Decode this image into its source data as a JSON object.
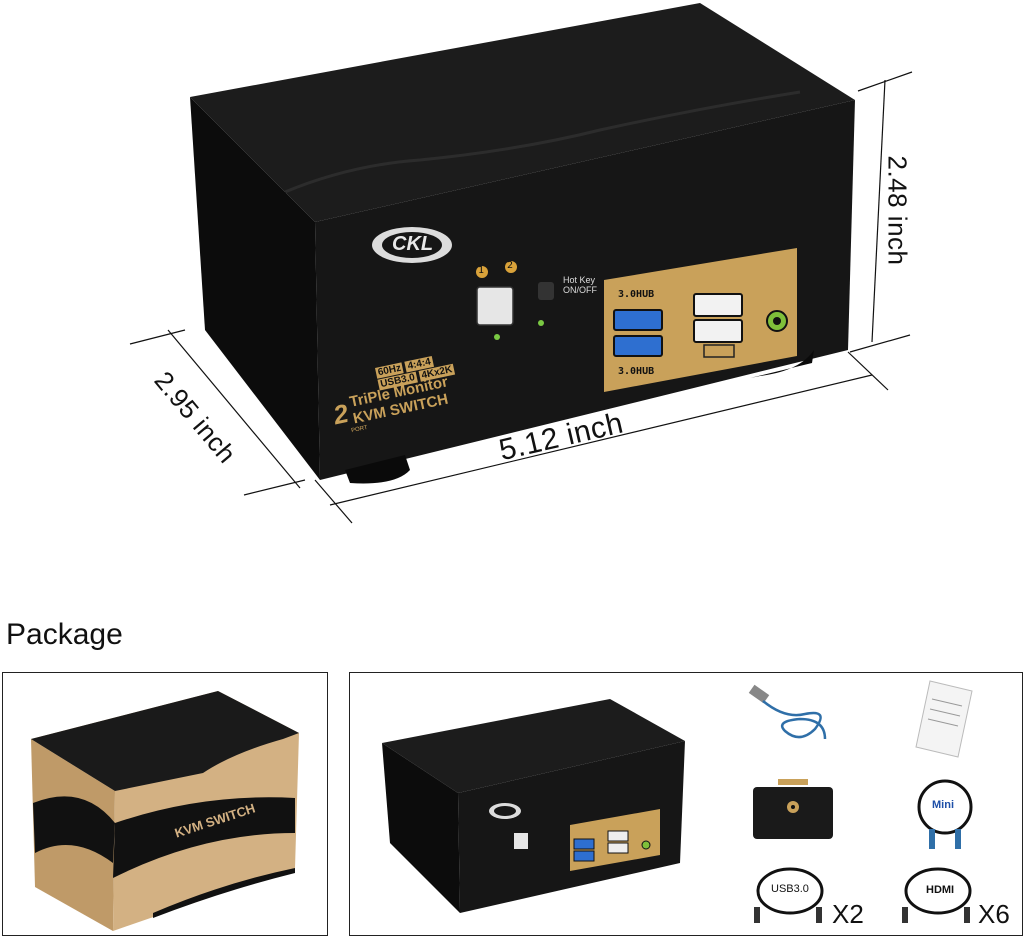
{
  "product": {
    "brand": "CKL",
    "front_panel": {
      "ports_label": "1",
      "ports_label_2": "2",
      "hotkey_label_1": "Hot Key",
      "hotkey_label_2": "ON/OFF",
      "hub_top": "3.0HUB",
      "hub_bottom": "3.0HUB",
      "spec_1": "60Hz",
      "spec_2": "4:4:4",
      "spec_3": "USB3.0",
      "spec_4": "4Kx2K",
      "model_line_1": "TriPle Monitor",
      "model_line_2": "KVM SWITCH",
      "model_ports": "2",
      "model_port_word": "PORT"
    },
    "dimensions": {
      "height": "2.48 inch",
      "depth": "2.95 inch",
      "width": "5.12 inch"
    },
    "colors": {
      "body": "#151515",
      "panel_gold": "#c9a15a",
      "usb_blue": "#2e6fd0"
    }
  },
  "package": {
    "title": "Package",
    "box_label": "KVM SWITCH",
    "items": {
      "hdmi_mini_label": "Mini",
      "usb_cable_label": "USB3.0",
      "usb_cable_qty": "X2",
      "hdmi_cable_label": "HDMI",
      "hdmi_cable_qty": "X6"
    }
  }
}
